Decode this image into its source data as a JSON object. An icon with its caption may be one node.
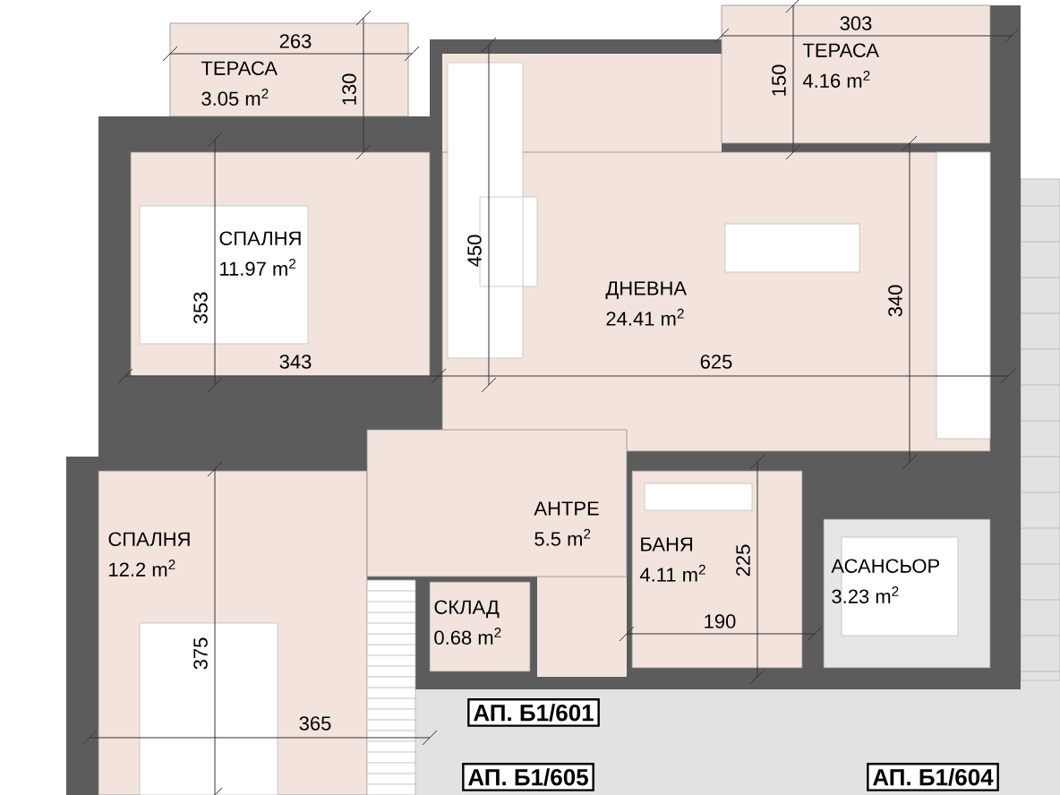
{
  "diagram": {
    "nodes": [
      {
        "text": [
          "ТЕРАСА",
          "3.05 m$^{2}$"
        ]
      },
      {
        "text": [
          "ТЕРАСА",
          "4.16 m$^{2}$"
        ]
      },
      {
        "text": [
          "СПАЛНЯ",
          "11.97 m$^{2}$"
        ]
      },
      {
        "text": [
          "ДНЕВНА",
          "24.41 m$^{2}$"
        ]
      },
      {
        "text": [
          "СПАЛНЯ",
          "12.2 m$^{2}$"
        ]
      },
      {
        "text": [
          "АНТРЕ",
          "5.5 m$^{2}$"
        ]
      },
      {
        "text": [
          "БАНЯ",
          "4.11 m$^{2}$"
        ]
      },
      {
        "text": [
          "АСАНСЬОР",
          "3.23 m$^{2}$"
        ]
      },
      {
        "text": [
          "СКЛАД",
          "0.68 m$^{2}$"
        ]
      },
      {
        "text": [
          "АП. Б1/601"
        ]
      },
      {
        "text": [
          "АП. Б1/605"
        ]
      },
      {
        "text": [
          "АП. Б1/604"
        ]
      }
    ],
    "labels": [
      "263",
      "130",
      "303",
      "150",
      "450",
      "353",
      "343",
      "625",
      "340",
      "375",
      "365",
      "225",
      "190"
    ]
  }
}
